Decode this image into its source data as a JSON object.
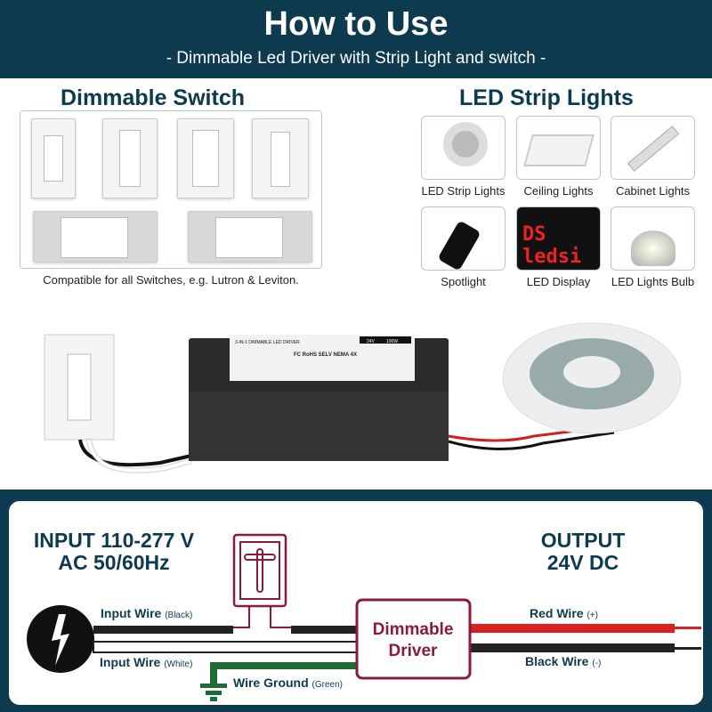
{
  "header": {
    "title": "How to Use",
    "subtitle": "- Dimmable Led Driver with Strip Light and switch -"
  },
  "switch_section": {
    "heading": "Dimmable Switch",
    "caption": "Compatible for all Switches, e.g. Lutron & Leviton."
  },
  "strip_section": {
    "heading": "LED Strip Lights",
    "tiles": [
      {
        "label": "LED Strip Lights",
        "icon": "led-strip-reel-icon"
      },
      {
        "label": "Ceiling Lights",
        "icon": "ceiling-light-icon"
      },
      {
        "label": "Cabinet Lights",
        "icon": "cabinet-light-icon"
      },
      {
        "label": "Spotlight",
        "icon": "spotlight-icon"
      },
      {
        "label": "LED Display",
        "icon": "led-display-icon",
        "display_text": "DS ledsi"
      },
      {
        "label": "LED Lights Bulb",
        "icon": "led-bulb-icon"
      }
    ]
  },
  "driver_label": {
    "title": "3-IN-1 DIMMABLE LED DRIVER",
    "voltage": "24V",
    "power": "100W",
    "certs": "FC  RoHS  SELV  NEMA 4X"
  },
  "diagram": {
    "input_line1": "INPUT 110-277 V",
    "input_line2": "AC  50/60Hz",
    "output_line1": "OUTPUT",
    "output_line2": "24V DC",
    "driver_line1": "Dimmable",
    "driver_line2": "Driver",
    "wire_black": {
      "label": "Input Wire",
      "note": "(Black)"
    },
    "wire_white": {
      "label": "Input Wire",
      "note": "(White)"
    },
    "wire_ground": {
      "label": "Wire Ground",
      "note": "(Green)"
    },
    "wire_red": {
      "label": "Red Wire",
      "note": "(+)"
    },
    "wire_black_out": {
      "label": "Black Wire",
      "note": "(-)"
    },
    "colors": {
      "navy": "#0e3a4f",
      "maroon": "#8a1a3c",
      "red": "#d9221f",
      "green": "#1f6b34"
    }
  }
}
